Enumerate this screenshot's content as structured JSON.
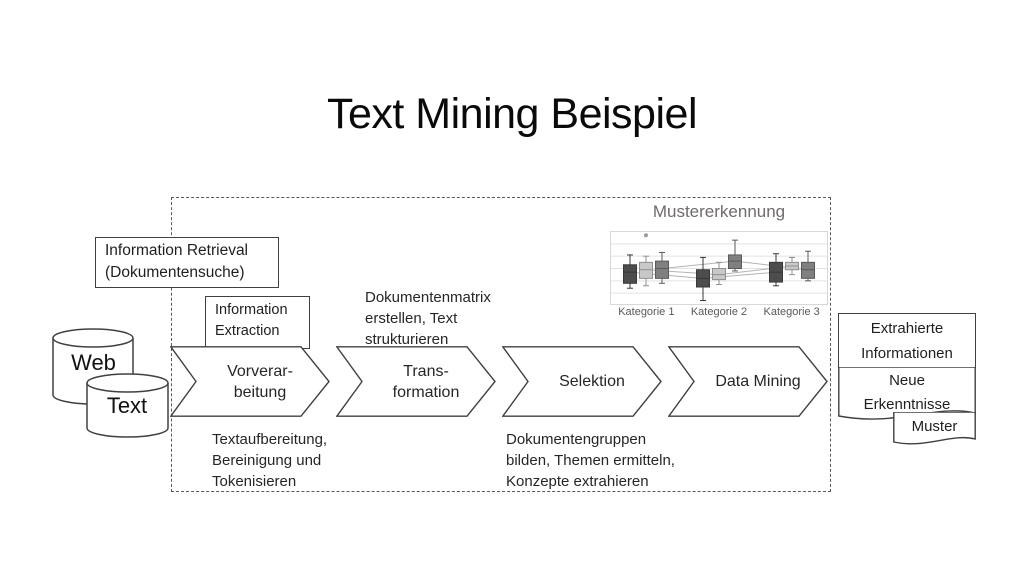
{
  "title": "Text Mining Beispiel",
  "sources": {
    "web_label": "Web",
    "text_label": "Text"
  },
  "boxes": {
    "information_retrieval": "Information Retrieval\n(Dokumentensuche)",
    "information_extraction": "Information\nExtraction"
  },
  "process_steps": [
    {
      "label": "Vorverar-\nbeitung"
    },
    {
      "label": "Trans-\nformation"
    },
    {
      "label": "Selektion"
    },
    {
      "label": "Data Mining"
    }
  ],
  "annotations": {
    "transformation_note": "Dokumentenmatrix\nerstellen, Text\nstrukturieren",
    "preprocessing_note": "Textaufbereitung,\nBereinigung und\nTokenisieren",
    "selection_note": "Dokumentengruppen\nbilden, Themen ermitteln,\nKonzepte extrahieren"
  },
  "pattern_panel": {
    "title": "Mustererkennung",
    "categories": [
      "Kategorie 1",
      "Kategorie 2",
      "Kategorie 3"
    ]
  },
  "outputs": {
    "extracted": "Extrahierte\nInformationen",
    "insights": "Neue\nErkenntnisse",
    "pattern": "Muster"
  },
  "colors": {
    "outline": "#404040",
    "dashed_border": "#595959",
    "panel_title": "#6f6b6b",
    "grid": "#e2e2e2",
    "frame": "#d8d8d8"
  },
  "chart_data": {
    "type": "boxplot",
    "title": "Mustererkennung",
    "categories": [
      "Kategorie 1",
      "Kategorie 2",
      "Kategorie 3"
    ],
    "ylim": [
      0,
      6
    ],
    "grid": true,
    "legend": false,
    "series": [
      {
        "name": "series-1",
        "color": "#4d4d4d",
        "stroke": "#383838",
        "boxes": [
          {
            "min": 1.4,
            "q1": 1.8,
            "median": 2.7,
            "q3": 3.3,
            "max": 4.1
          },
          {
            "min": 0.4,
            "q1": 1.5,
            "median": 2.2,
            "q3": 2.9,
            "max": 3.9
          },
          {
            "min": 1.6,
            "q1": 1.9,
            "median": 2.7,
            "q3": 3.5,
            "max": 4.2
          }
        ]
      },
      {
        "name": "series-2",
        "color": "#c8c8c8",
        "stroke": "#8f8f8f",
        "boxes": [
          {
            "min": 1.6,
            "q1": 2.2,
            "median": 2.9,
            "q3": 3.5,
            "max": 4.0
          },
          {
            "min": 1.7,
            "q1": 2.1,
            "median": 2.5,
            "q3": 3.0,
            "max": 3.5
          },
          {
            "min": 2.5,
            "q1": 2.9,
            "median": 3.2,
            "q3": 3.5,
            "max": 3.9
          }
        ]
      },
      {
        "name": "series-3",
        "color": "#808080",
        "stroke": "#5a5a5a",
        "boxes": [
          {
            "min": 1.8,
            "q1": 2.2,
            "median": 3.0,
            "q3": 3.6,
            "max": 4.3
          },
          {
            "min": 2.8,
            "q1": 3.0,
            "median": 3.6,
            "q3": 4.1,
            "max": 5.3
          },
          {
            "min": 2.0,
            "q1": 2.2,
            "median": 2.9,
            "q3": 3.5,
            "max": 4.4
          }
        ]
      }
    ],
    "outliers": [
      {
        "category": 0,
        "series": 1,
        "value": 5.7
      }
    ]
  }
}
